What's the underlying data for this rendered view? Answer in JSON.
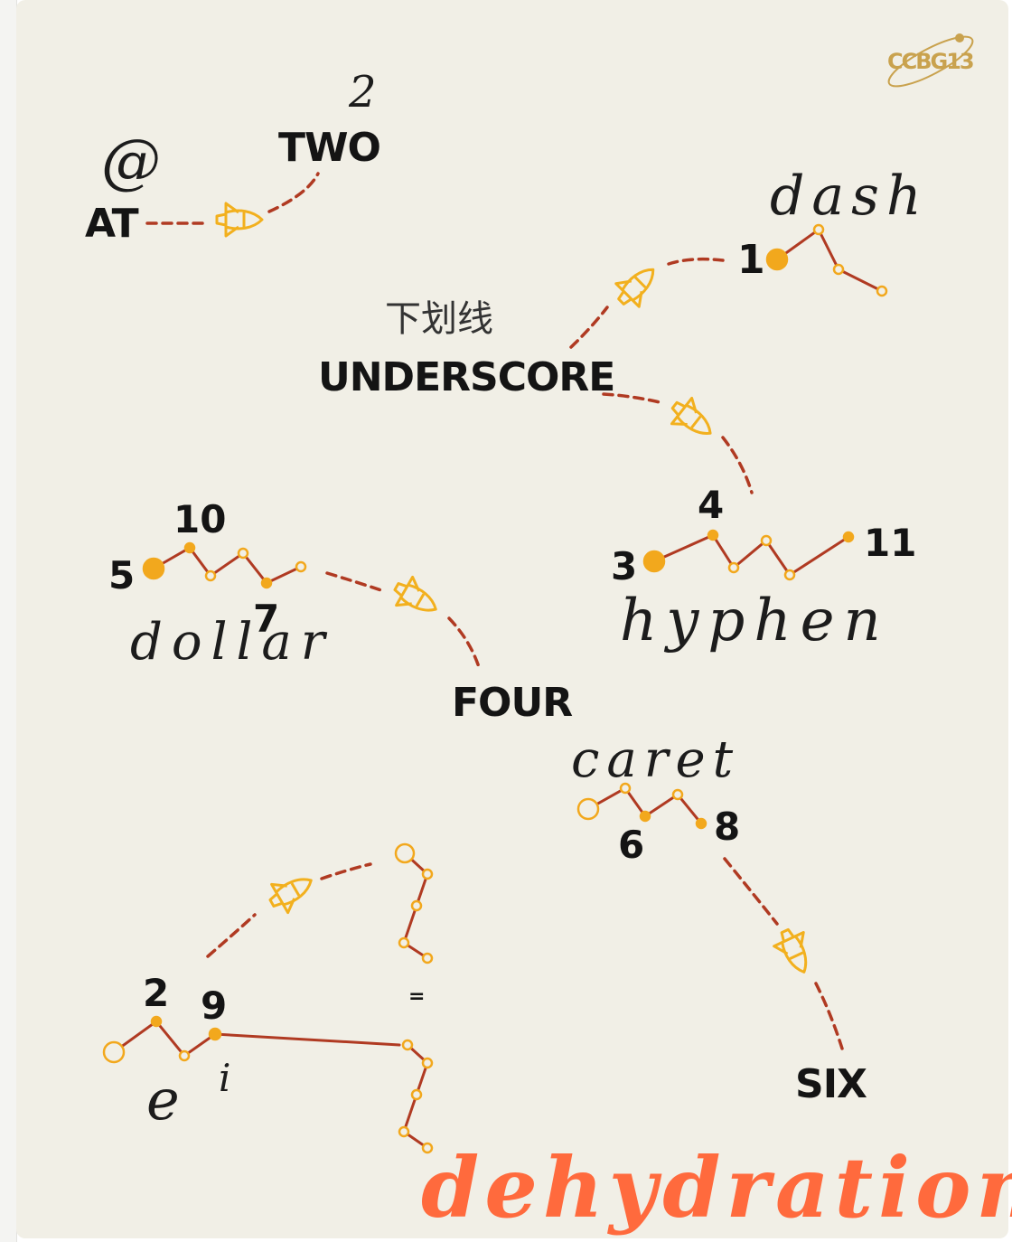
{
  "brand": {
    "logo_text": "CCBG13"
  },
  "labels": {
    "at_symbol": "@",
    "at": "AT",
    "two_digit": "2",
    "two": "TWO",
    "dash": "dash",
    "underscore_cn": "下划线",
    "underscore": "UNDERSCORE",
    "hyphen": "hyphen",
    "dollar": "dollar",
    "four": "FOUR",
    "caret": "caret",
    "six": "SIX",
    "equals": "=",
    "e": "e",
    "i": "i",
    "dehydration": "dehydration"
  },
  "numbers": {
    "n1": "1",
    "n2": "2",
    "n3": "3",
    "n4": "4",
    "n5": "5",
    "n6": "6",
    "n7": "7",
    "n8": "8",
    "n9": "9",
    "n10": "10",
    "n11": "11"
  },
  "colors": {
    "background": "#f1efe6",
    "ink": "#141414",
    "path": "#b03a22",
    "node": "#f2a81d",
    "rocket": "#f2b01e",
    "accent_word": "#ff6a3d",
    "logo": "#c9a24e"
  },
  "icons": [
    "rocket-icon",
    "ccbg-logo-icon"
  ]
}
